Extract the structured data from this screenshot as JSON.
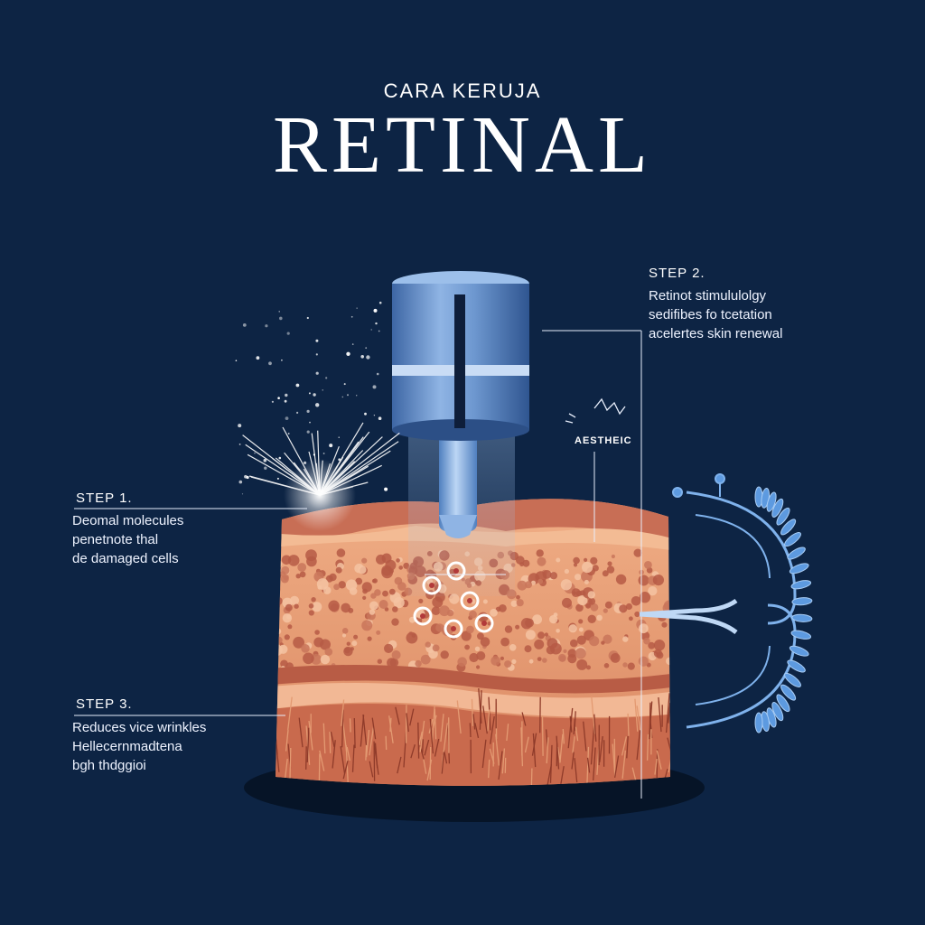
{
  "header": {
    "subtitle": "CARA KERUJA",
    "title": "RETINAL"
  },
  "steps": [
    {
      "heading": "STEP 1.",
      "lines": [
        "Deomal molecules",
        "penetnote thal",
        "de damaged cells"
      ]
    },
    {
      "heading": "STEP 2.",
      "lines": [
        "Retinot stimululolgy",
        "sedifibes fo tcetation",
        "acelertes skin renewal"
      ]
    },
    {
      "heading": "STEP 3.",
      "lines": [
        "Reduces vice wrinkles",
        "Hellecernmadtena",
        "bgh thdggioi"
      ]
    }
  ],
  "tag": "AESTHEIC",
  "colors": {
    "background": "#0d2444",
    "skin_top": "#e8a07a",
    "skin_mid": "#e39a72",
    "skin_dark": "#b75a45",
    "dropper_blue": "#6d97cf",
    "accent_blue": "#5d9ae0"
  },
  "icons": [
    "dropper-icon",
    "sparkle-burst-icon",
    "nerve-receptor-icon",
    "zigzag-icon"
  ]
}
